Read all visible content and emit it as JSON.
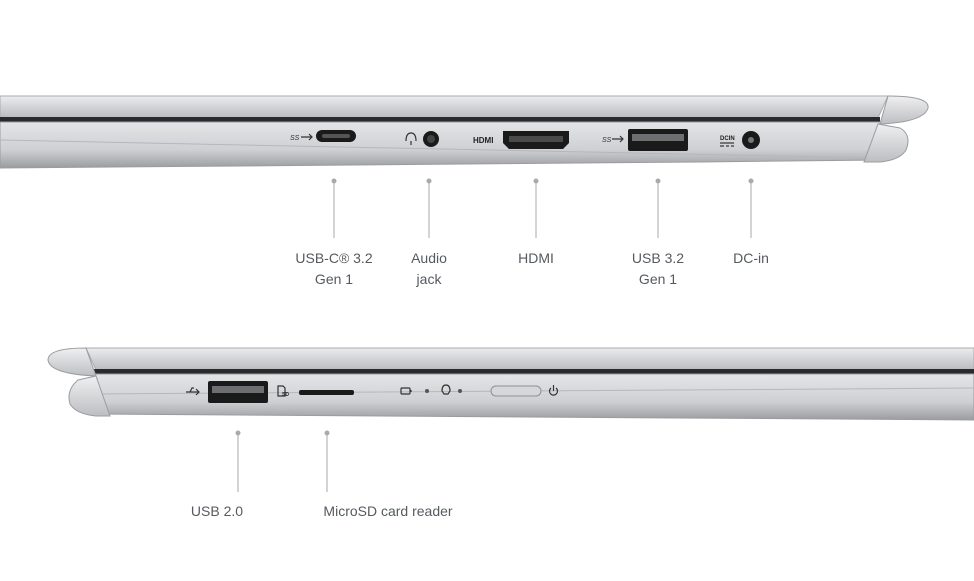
{
  "top_side": {
    "ports": [
      {
        "id": "usbc",
        "line1": "USB-C® 3.2",
        "line2": "Gen 1",
        "icon": "superspeed-usb-icon"
      },
      {
        "id": "audio",
        "line1": "Audio",
        "line2": "jack",
        "icon": "headset-icon"
      },
      {
        "id": "hdmi",
        "line1": "HDMI",
        "line2": "",
        "icon": "hdmi-icon"
      },
      {
        "id": "usba",
        "line1": "USB 3.2",
        "line2": "Gen 1",
        "icon": "superspeed-usb-icon"
      },
      {
        "id": "dc",
        "line1": "DC-in",
        "line2": "",
        "icon": "dc-in-icon"
      }
    ],
    "printed": {
      "hdmi": "HDMI",
      "dcin": "DCIN"
    }
  },
  "bottom_side": {
    "ports": [
      {
        "id": "usb2",
        "line1": "USB 2.0",
        "icon": "usb-icon"
      },
      {
        "id": "microsd",
        "line1": "MicroSD card reader",
        "icon": "sd-card-icon"
      }
    ],
    "printed": {
      "sd": "SD"
    }
  },
  "colors": {
    "body_light": "#d9d9db",
    "body_mid": "#bfc0c2",
    "body_dark": "#8e9094",
    "port_black": "#1a1a1a",
    "label": "#555a5f",
    "leader": "#aaaaaa"
  }
}
